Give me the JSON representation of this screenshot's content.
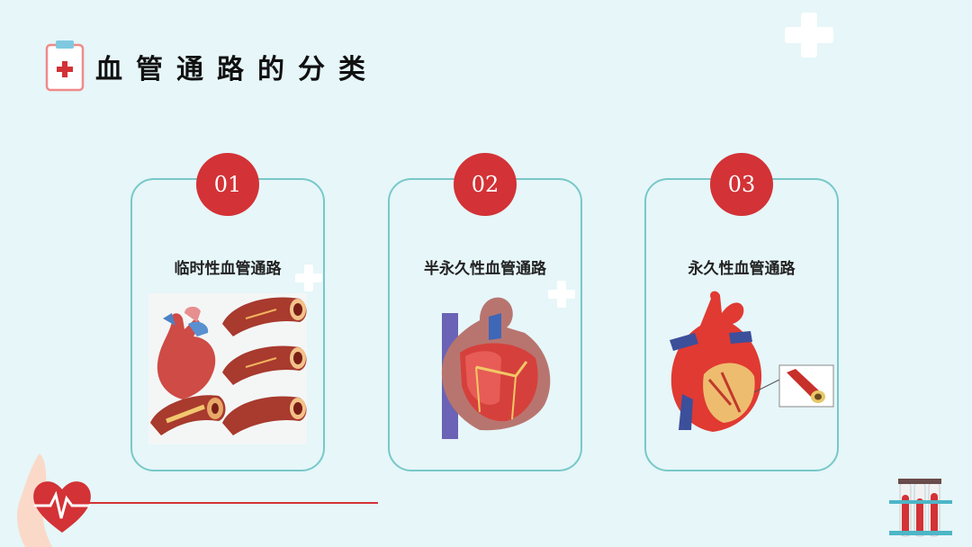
{
  "header": {
    "title": "血管通路的分类",
    "icon": "clipboard-medical-icon"
  },
  "cards": [
    {
      "number": "01",
      "title": "临时性血管通路",
      "illustration": "heart-and-arteries-icon"
    },
    {
      "number": "02",
      "title": "半永久性血管通路",
      "illustration": "heart-cross-section-icon"
    },
    {
      "number": "03",
      "title": "永久性血管通路",
      "illustration": "heart-with-vessel-icon"
    }
  ],
  "colors": {
    "background": "#e6f6f9",
    "accent": "#d33236",
    "card_border": "#79c8c8"
  },
  "decorations": [
    "plus-icon",
    "heart-pulse-icon",
    "hand-icon",
    "test-tubes-icon"
  ]
}
